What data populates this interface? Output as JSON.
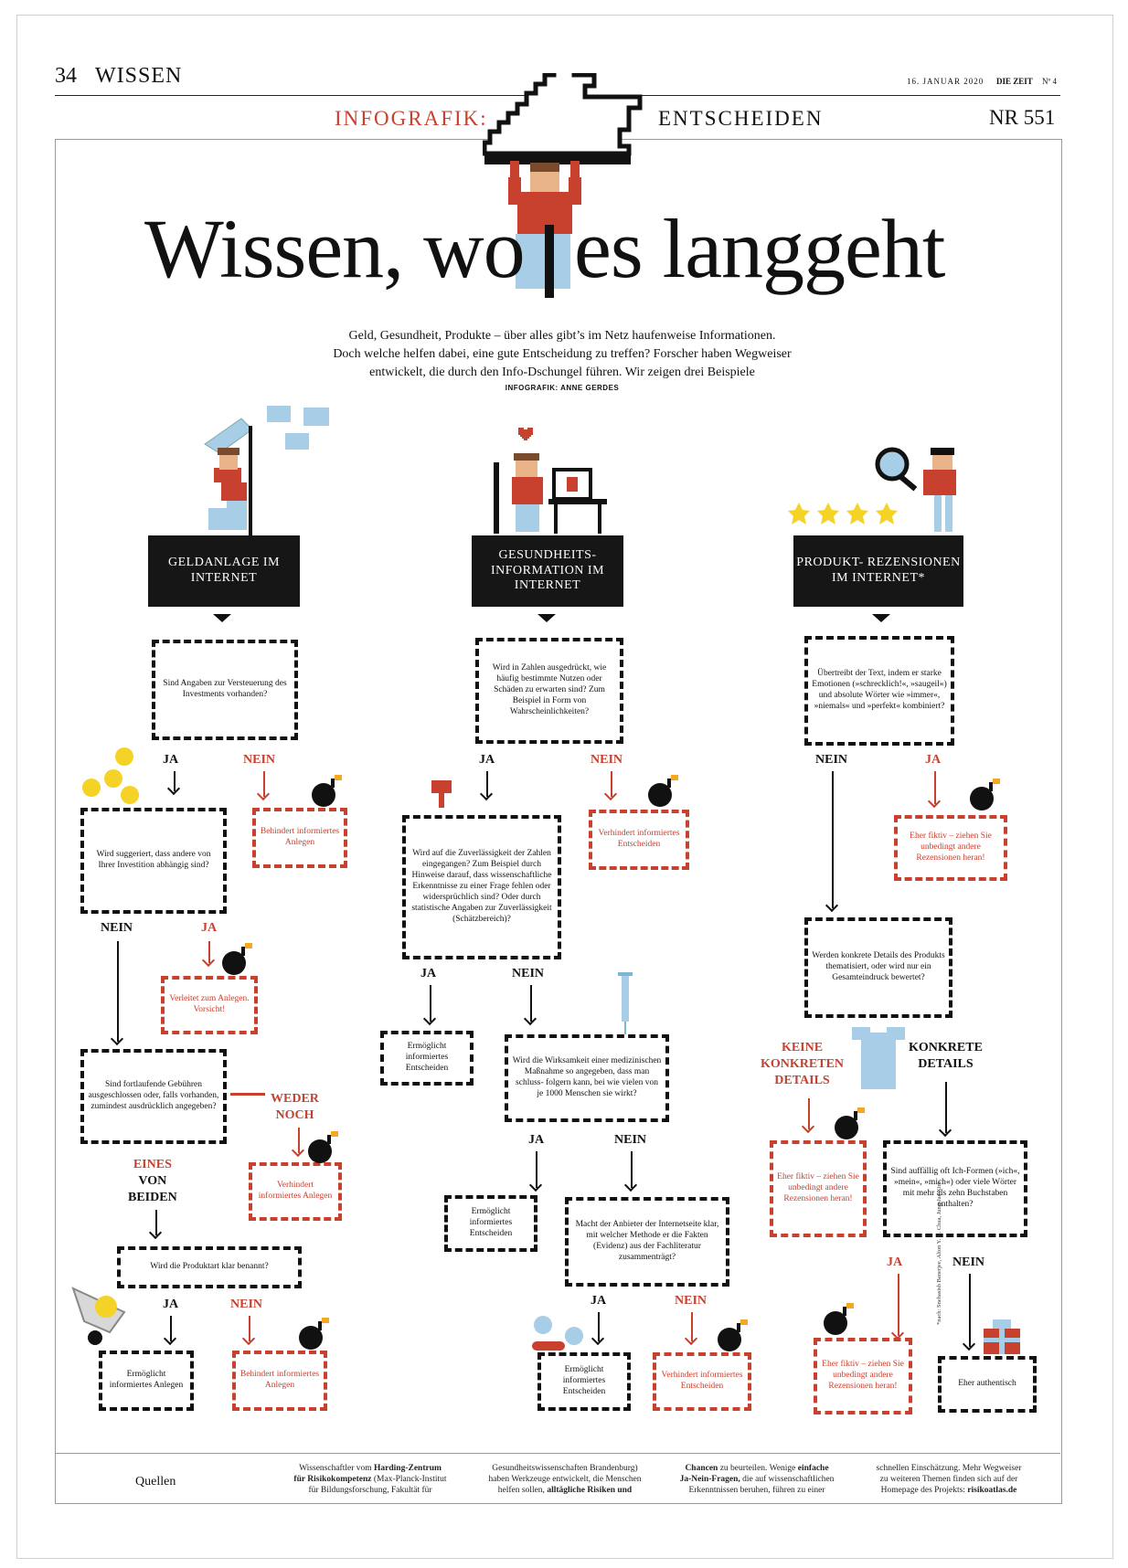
{
  "header": {
    "page_number": "34",
    "section": "WISSEN",
    "date": "16. JANUAR 2020",
    "paper": "DIE ZEIT",
    "issue": "Nº 4",
    "infografik_label": "INFOGRAFIK:",
    "topic": "ENTSCHEIDEN",
    "nr": "NR 551"
  },
  "title": {
    "part1": "Wissen, wo",
    "part2": "es langgeht"
  },
  "intro": {
    "line1": "Geld, Gesundheit, Produkte – über alles gibt’s im Netz haufenweise Informationen.",
    "line2": "Doch welche helfen dabei, eine gute Entscheidung zu treffen? Forscher haben Wegweiser",
    "line3": "entwickelt, die durch den Info-Dschungel führen. Wir zeigen drei Beispiele",
    "credit": "INFOGRAFIK: ANNE GERDES"
  },
  "col1": {
    "header": "GELDANLAGE IM INTERNET",
    "q1": "Sind Angaben zur Versteuerung des Investments vorhanden?",
    "q1_yes": "JA",
    "q1_no": "NEIN",
    "r1": "Behindert informiertes Anlegen",
    "q2": "Wird suggeriert, dass andere von Ihrer Investition abhängig sind?",
    "q2_no": "NEIN",
    "q2_yes": "JA",
    "r2": "Verleitet zum Anlegen. Vorsicht!",
    "q3": "Sind fortlaufende Gebühren ausgeschlossen oder, falls vorhanden, zumindest ausdrücklich angegeben?",
    "q3_neither_1": "WEDER",
    "q3_neither_2": "NOCH",
    "r3": "Verhindert informiertes Anlegen",
    "q3_one_1": "EINES",
    "q3_one_2": "VON",
    "q3_one_3": "BEIDEN",
    "q4": "Wird die Produktart klar benannt?",
    "q4_yes": "JA",
    "q4_no": "NEIN",
    "r4_yes": "Ermöglicht informiertes Anlegen",
    "r4_no": "Behindert informiertes Anlegen"
  },
  "col2": {
    "header": "GESUNDHEITS- INFORMATION IM INTERNET",
    "q1": "Wird in Zahlen ausgedrückt, wie häufig bestimmte Nutzen oder Schäden zu erwarten sind? Zum Beispiel in Form von Wahrscheinlichkeiten?",
    "q1_yes": "JA",
    "q1_no": "NEIN",
    "r1": "Verhindert informiertes Entscheiden",
    "q2": "Wird auf die Zuverlässigkeit der Zahlen eingegangen? Zum Beispiel durch Hinweise darauf, dass wissenschaftliche Erkenntnisse zu einer Frage fehlen oder widersprüchlich sind? Oder durch statistische Angaben zur Zuverlässigkeit (Schätzbereich)?",
    "q2_yes": "JA",
    "q2_no": "NEIN",
    "r2": "Ermöglicht informiertes Entscheiden",
    "q3": "Wird die Wirksamkeit einer medizinischen Maßnahme so angegeben, dass man schluss- folgern kann, bei wie vielen von je 1000 Menschen sie wirkt?",
    "q3_yes": "JA",
    "q3_no": "NEIN",
    "r3": "Ermöglicht informiertes Entscheiden",
    "q4": "Macht der Anbieter der Internetseite klar, mit welcher Methode er die Fakten (Evidenz) aus der Fachliteratur zusammenträgt?",
    "q4_yes": "JA",
    "q4_no": "NEIN",
    "r4_yes": "Ermöglicht informiertes Entscheiden",
    "r4_no": "Verhindert informiertes Entscheiden"
  },
  "col3": {
    "header": "PRODUKT- REZENSIONEN IM INTERNET*",
    "q1": "Übertreibt der Text, indem er starke Emotionen (»schrecklich!«, »saugeil«) und absolute Wörter wie »immer«, »niemals« und »perfekt« kombiniert?",
    "q1_no": "NEIN",
    "q1_yes": "JA",
    "r1": "Eher fiktiv – ziehen Sie unbedingt andere Rezensionen heran!",
    "q2": "Werden konkrete Details des Produkts thematisiert, oder wird nur ein Gesamteindruck bewertet?",
    "q2_a_1": "KEINE",
    "q2_a_2": "KONKRETEN",
    "q2_a_3": "DETAILS",
    "q2_b_1": "KONKRETE",
    "q2_b_2": "DETAILS",
    "r2": "Eher fiktiv – ziehen Sie unbedingt andere Rezensionen heran!",
    "q3": "Sind auffällig oft Ich-Formen (»ich«, »mein«, »mich«) oder viele Wörter mit mehr als zehn Buchstaben enthalten?",
    "q3_yes": "JA",
    "q3_no": "NEIN",
    "r3_yes": "Eher fiktiv – ziehen Sie unbedingt andere Rezensionen heran!",
    "r3_no": "Eher authentisch"
  },
  "side_note": "*nach: Snehasish Banerjee, Alton Y. K. Chua, Jung-Jae Kim",
  "footer": {
    "label": "Quellen",
    "s1_a": "Wissenschaftler vom",
    "s1_b": "Harding-Zentrum",
    "s1_c": "für Risikokompetenz",
    "s1_d": "(Max-Planck-Institut",
    "s1_e": "für Bildungsforschung, Fakultät für",
    "s2_a": "Gesundheitswissenschaften Brandenburg)",
    "s2_b": "haben Werkzeuge entwickelt, die Menschen",
    "s2_c": "helfen sollen,",
    "s2_d": "alltägliche Risiken und",
    "s3_a": "Chancen",
    "s3_b": "zu beurteilen. Wenige",
    "s3_c": "einfache",
    "s3_d": "Ja-Nein-Fragen,",
    "s3_e": "die auf wissenschaftlichen",
    "s3_f": "Erkenntnissen beruhen, führen zu einer",
    "s4_a": "schnellen Einschätzung. Mehr Wegweiser",
    "s4_b": "zu weiteren Themen finden sich auf der",
    "s4_c": "Homepage des Projekts:",
    "s4_d": "risikoatlas.de"
  },
  "colors": {
    "accent": "#c8402e",
    "ink": "#111111",
    "box_header": "#161616"
  },
  "icons": [
    "pixel-hand-icon",
    "person-icon",
    "butterfly-net-icon",
    "butterflies-icon",
    "heart-icon",
    "laptop-icon",
    "magnifier-icon",
    "stars-icon",
    "coins-icon",
    "bomb-icon",
    "pin-icon",
    "syringe-icon",
    "shirt-icon",
    "gift-icon",
    "pills-icon",
    "wheelbarrow-icon"
  ]
}
